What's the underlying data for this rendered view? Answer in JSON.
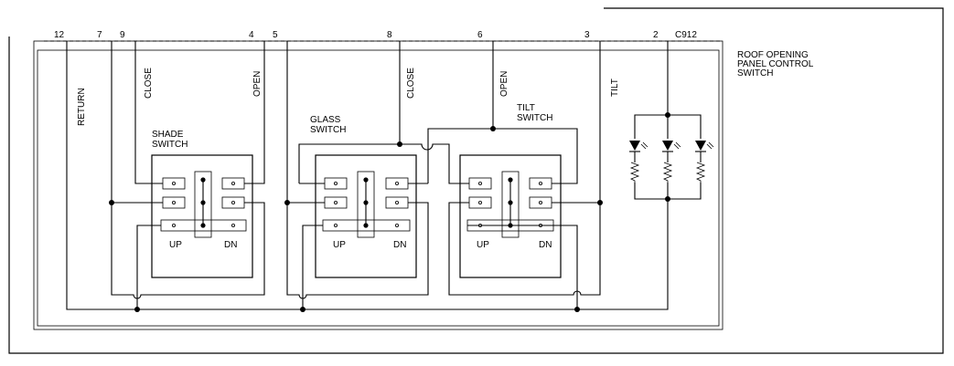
{
  "connector": {
    "id": "C912",
    "pins": [
      "12",
      "7",
      "9",
      "4",
      "5",
      "8",
      "6",
      "3",
      "2"
    ]
  },
  "component_label": [
    "ROOF OPENING",
    "PANEL CONTROL",
    "SWITCH"
  ],
  "wire_labels": {
    "return": "RETURN",
    "close_shade": "CLOSE",
    "open_shade": "OPEN",
    "close_glass": "CLOSE",
    "open_glass": "OPEN",
    "tilt": "TILT"
  },
  "switches": {
    "shade": {
      "line1": "SHADE",
      "line2": "SWITCH",
      "up": "UP",
      "down": "DN"
    },
    "glass": {
      "line1": "GLASS",
      "line2": "SWITCH",
      "up": "UP",
      "down": "DN"
    },
    "tilt": {
      "line1": "TILT",
      "line2": "SWITCH",
      "up": "UP",
      "down": "DN"
    }
  }
}
